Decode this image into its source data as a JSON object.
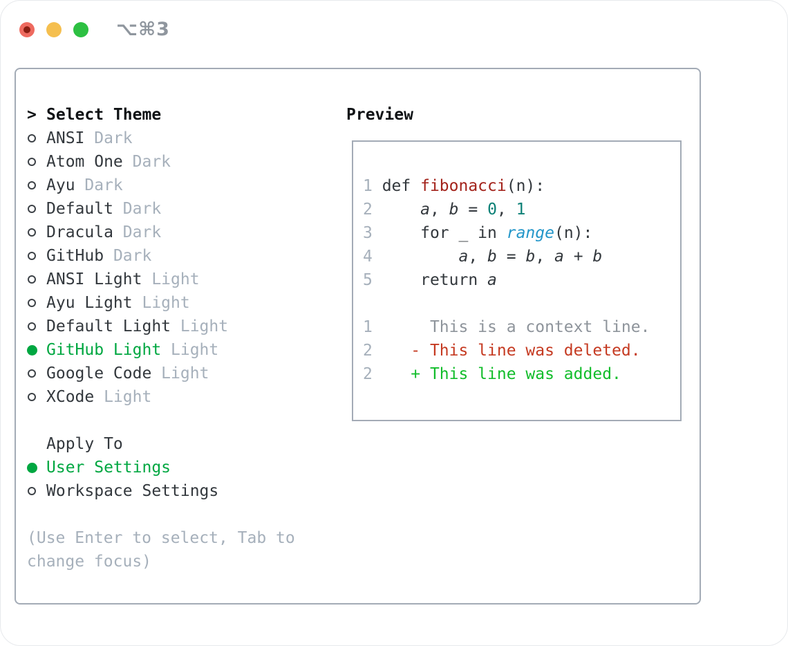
{
  "titlebar": {
    "shortcut": "⌥⌘3",
    "traffic_lights": [
      "close",
      "minimize",
      "zoom"
    ]
  },
  "left": {
    "marker": ">",
    "title": "Select Theme",
    "themes": [
      {
        "name": "ANSI",
        "variant": "Dark",
        "selected": false
      },
      {
        "name": "Atom One",
        "variant": "Dark",
        "selected": false
      },
      {
        "name": "Ayu",
        "variant": "Dark",
        "selected": false
      },
      {
        "name": "Default",
        "variant": "Dark",
        "selected": false
      },
      {
        "name": "Dracula",
        "variant": "Dark",
        "selected": false
      },
      {
        "name": "GitHub",
        "variant": "Dark",
        "selected": false
      },
      {
        "name": "ANSI Light",
        "variant": "Light",
        "selected": false
      },
      {
        "name": "Ayu Light",
        "variant": "Light",
        "selected": false
      },
      {
        "name": "Default Light",
        "variant": "Light",
        "selected": false
      },
      {
        "name": "GitHub Light",
        "variant": "Light",
        "selected": true
      },
      {
        "name": "Google Code",
        "variant": "Light",
        "selected": false
      },
      {
        "name": "XCode",
        "variant": "Light",
        "selected": false
      }
    ],
    "apply_to": {
      "title": "Apply To",
      "options": [
        {
          "label": "User Settings",
          "selected": true
        },
        {
          "label": "Workspace Settings",
          "selected": false
        }
      ]
    },
    "hint_lines": [
      "(Use Enter to select, Tab to",
      "change focus)"
    ]
  },
  "preview": {
    "title": "Preview",
    "code_lines": [
      {
        "num": "1",
        "segments": [
          {
            "t": "def ",
            "c": "plain"
          },
          {
            "t": "fibonacci",
            "c": "func"
          },
          {
            "t": "(n):",
            "c": "plain"
          }
        ]
      },
      {
        "num": "2",
        "segments": [
          {
            "t": "    ",
            "c": "plain"
          },
          {
            "t": "a",
            "c": "var"
          },
          {
            "t": ", ",
            "c": "plain"
          },
          {
            "t": "b",
            "c": "var"
          },
          {
            "t": " = ",
            "c": "plain"
          },
          {
            "t": "0",
            "c": "number"
          },
          {
            "t": ", ",
            "c": "plain"
          },
          {
            "t": "1",
            "c": "number"
          }
        ]
      },
      {
        "num": "3",
        "segments": [
          {
            "t": "    for _ in ",
            "c": "plain"
          },
          {
            "t": "range",
            "c": "builtin"
          },
          {
            "t": "(n):",
            "c": "plain"
          }
        ]
      },
      {
        "num": "4",
        "segments": [
          {
            "t": "        ",
            "c": "plain"
          },
          {
            "t": "a",
            "c": "var"
          },
          {
            "t": ", ",
            "c": "plain"
          },
          {
            "t": "b",
            "c": "var"
          },
          {
            "t": " = ",
            "c": "plain"
          },
          {
            "t": "b",
            "c": "var"
          },
          {
            "t": ", ",
            "c": "plain"
          },
          {
            "t": "a",
            "c": "var"
          },
          {
            "t": " + ",
            "c": "plain"
          },
          {
            "t": "b",
            "c": "var"
          }
        ]
      },
      {
        "num": "5",
        "segments": [
          {
            "t": "    return ",
            "c": "plain"
          },
          {
            "t": "a",
            "c": "var"
          }
        ]
      }
    ],
    "diff_lines": [
      {
        "num": "1",
        "segments": [
          {
            "t": "     This is a context line.",
            "c": "context"
          }
        ]
      },
      {
        "num": "2",
        "segments": [
          {
            "t": "   - This line was deleted.",
            "c": "deleted"
          }
        ]
      },
      {
        "num": "2",
        "segments": [
          {
            "t": "   + This line was added.",
            "c": "added"
          }
        ]
      }
    ]
  },
  "colors": {
    "accent_green": "#00a741",
    "added_green": "#12bd2b",
    "deleted_red": "#c53a21",
    "function_red": "#a3231b",
    "number_teal": "#0b8076",
    "builtin_blue": "#2396c9",
    "text_dark": "#33383d",
    "muted_gray": "#a6b0bb",
    "context_gray": "#8e949b",
    "border_gray": "#a3abb6",
    "traffic_red": "#ee6a5f",
    "traffic_yellow": "#f5bf4f",
    "traffic_green": "#2dc042"
  }
}
